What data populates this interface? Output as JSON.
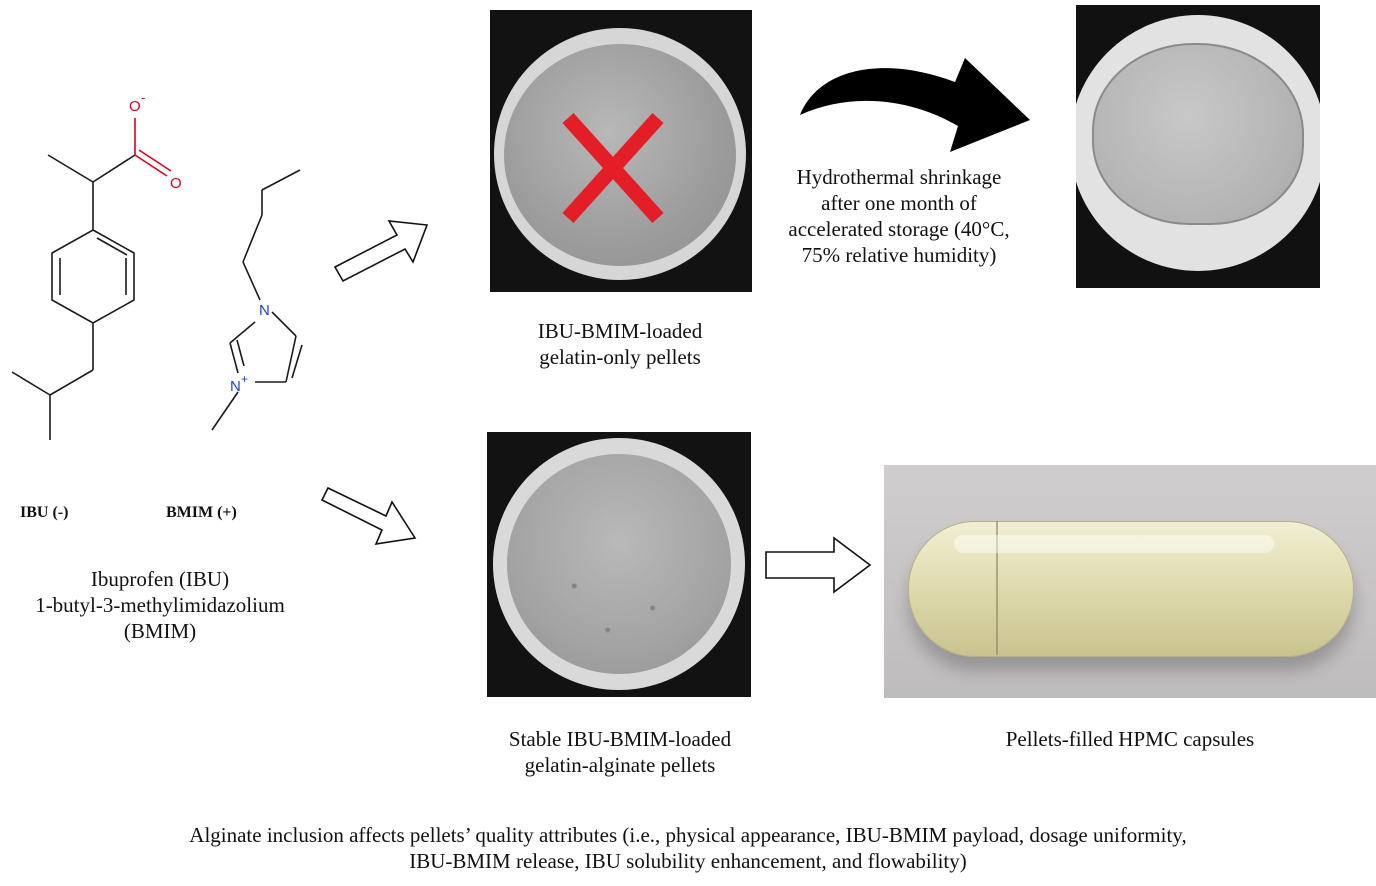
{
  "molecules": {
    "ibu_label": "IBU (-)",
    "bmim_label": "BMIM (+)",
    "atoms": {
      "carboxylate_o_minus": "O",
      "carboxylate_charge": "-",
      "carbonyl_o": "O",
      "n1": "N",
      "n3": "N",
      "n3_charge": "+"
    },
    "description_lines": [
      "Ibuprofen (IBU)",
      "1-butyl-3-methylimidazolium",
      "(BMIM)"
    ]
  },
  "top_path": {
    "pellet_caption_lines": [
      "IBU-BMIM-loaded",
      "gelatin-only pellets"
    ],
    "storage_caption_lines": [
      "Hydrothermal shrinkage",
      "after one month of",
      "accelerated storage (40°C,",
      "75% relative humidity)"
    ]
  },
  "bottom_path": {
    "pellet_caption_lines": [
      "Stable IBU-BMIM-loaded",
      "gelatin-alginate pellets"
    ],
    "capsule_caption": "Pellets-filled HPMC capsules"
  },
  "conclusion_lines": [
    "Alginate inclusion affects pellets’ quality attributes (i.e., physical appearance, IBU-BMIM payload, dosage uniformity,",
    "IBU-BMIM release, IBU solubility enhancement, and flowability)"
  ],
  "colors": {
    "reject_cross": "#e41e26",
    "oxygen_atom": "#e0001b",
    "nitrogen_atom": "#1a3fd8",
    "bond": "#1a1a1a",
    "capsule_tint": "#e9e6c2"
  }
}
